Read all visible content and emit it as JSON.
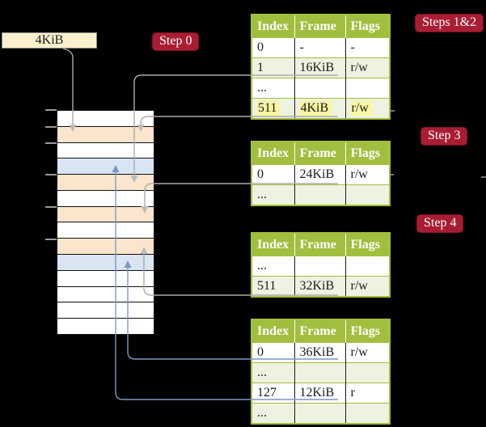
{
  "legend_box": {
    "label": "4KiB"
  },
  "badges": {
    "step0": "Step 0",
    "steps12": "Steps 1&2",
    "step3": "Step 3",
    "step4": "Step 4"
  },
  "page_tables": [
    {
      "name": "table-steps-1-2",
      "headers": [
        "Index",
        "Frame",
        "Flags"
      ],
      "rows": [
        {
          "cells": [
            "0",
            "-",
            "-"
          ]
        },
        {
          "cells": [
            "1",
            "16KiB",
            "r/w"
          ]
        },
        {
          "cells": [
            "...",
            "",
            ""
          ]
        },
        {
          "cells": [
            "511",
            "4KiB",
            "r/w"
          ],
          "highlight": true
        }
      ]
    },
    {
      "name": "table-step-3",
      "headers": [
        "Index",
        "Frame",
        "Flags"
      ],
      "rows": [
        {
          "cells": [
            "0",
            "24KiB",
            "r/w"
          ]
        },
        {
          "cells": [
            "...",
            "",
            ""
          ]
        }
      ]
    },
    {
      "name": "table-step-4",
      "headers": [
        "Index",
        "Frame",
        "Flags"
      ],
      "rows": [
        {
          "cells": [
            "...",
            "",
            ""
          ]
        },
        {
          "cells": [
            "511",
            "32KiB",
            "r/w"
          ]
        }
      ]
    },
    {
      "name": "table-bottom",
      "headers": [
        "Index",
        "Frame",
        "Flags"
      ],
      "rows": [
        {
          "cells": [
            "0",
            "36KiB",
            "r/w"
          ]
        },
        {
          "cells": [
            "...",
            "",
            ""
          ]
        },
        {
          "cells": [
            "127",
            "12KiB",
            "r"
          ]
        },
        {
          "cells": [
            "...",
            "",
            ""
          ]
        }
      ]
    }
  ],
  "memory_column": {
    "row_colors": [
      "white",
      "peach",
      "white",
      "blue",
      "peach",
      "white",
      "peach",
      "white",
      "peach",
      "blue",
      "white",
      "white",
      "white",
      "white"
    ]
  },
  "arrows": [
    {
      "from": "4KiB legend box",
      "to": "frame at 4KiB",
      "color": "gray"
    },
    {
      "from": "table-steps-1-2 entry 1 (16KiB)",
      "to": "frame at 16KiB",
      "color": "gray"
    },
    {
      "from": "table-steps-1-2 entry 511 (4KiB)",
      "to": "frame at 4KiB",
      "color": "gray"
    },
    {
      "from": "table-step-3 entry 0 (24KiB)",
      "to": "frame at 24KiB",
      "color": "gray"
    },
    {
      "from": "table-step-4 entry 511 (32KiB)",
      "to": "frame at 32KiB",
      "color": "gray"
    },
    {
      "from": "table-bottom entry 0 (36KiB)",
      "to": "frame at 36KiB",
      "color": "blue"
    },
    {
      "from": "table-bottom entry 127 (12KiB)",
      "to": "frame at 12KiB",
      "color": "blue"
    }
  ],
  "colors": {
    "badge_red": "#a91d33",
    "table_header_green": "#a2be3e",
    "table_tint_row": "#eef2e0",
    "highlight_yellow": "#faf5a1",
    "frame_peach": "#fce5cd",
    "frame_blue": "#d9e5f3",
    "legend_cream": "#faf0cd",
    "gray_line": "#ababab",
    "blue_line": "#7b97c4"
  }
}
